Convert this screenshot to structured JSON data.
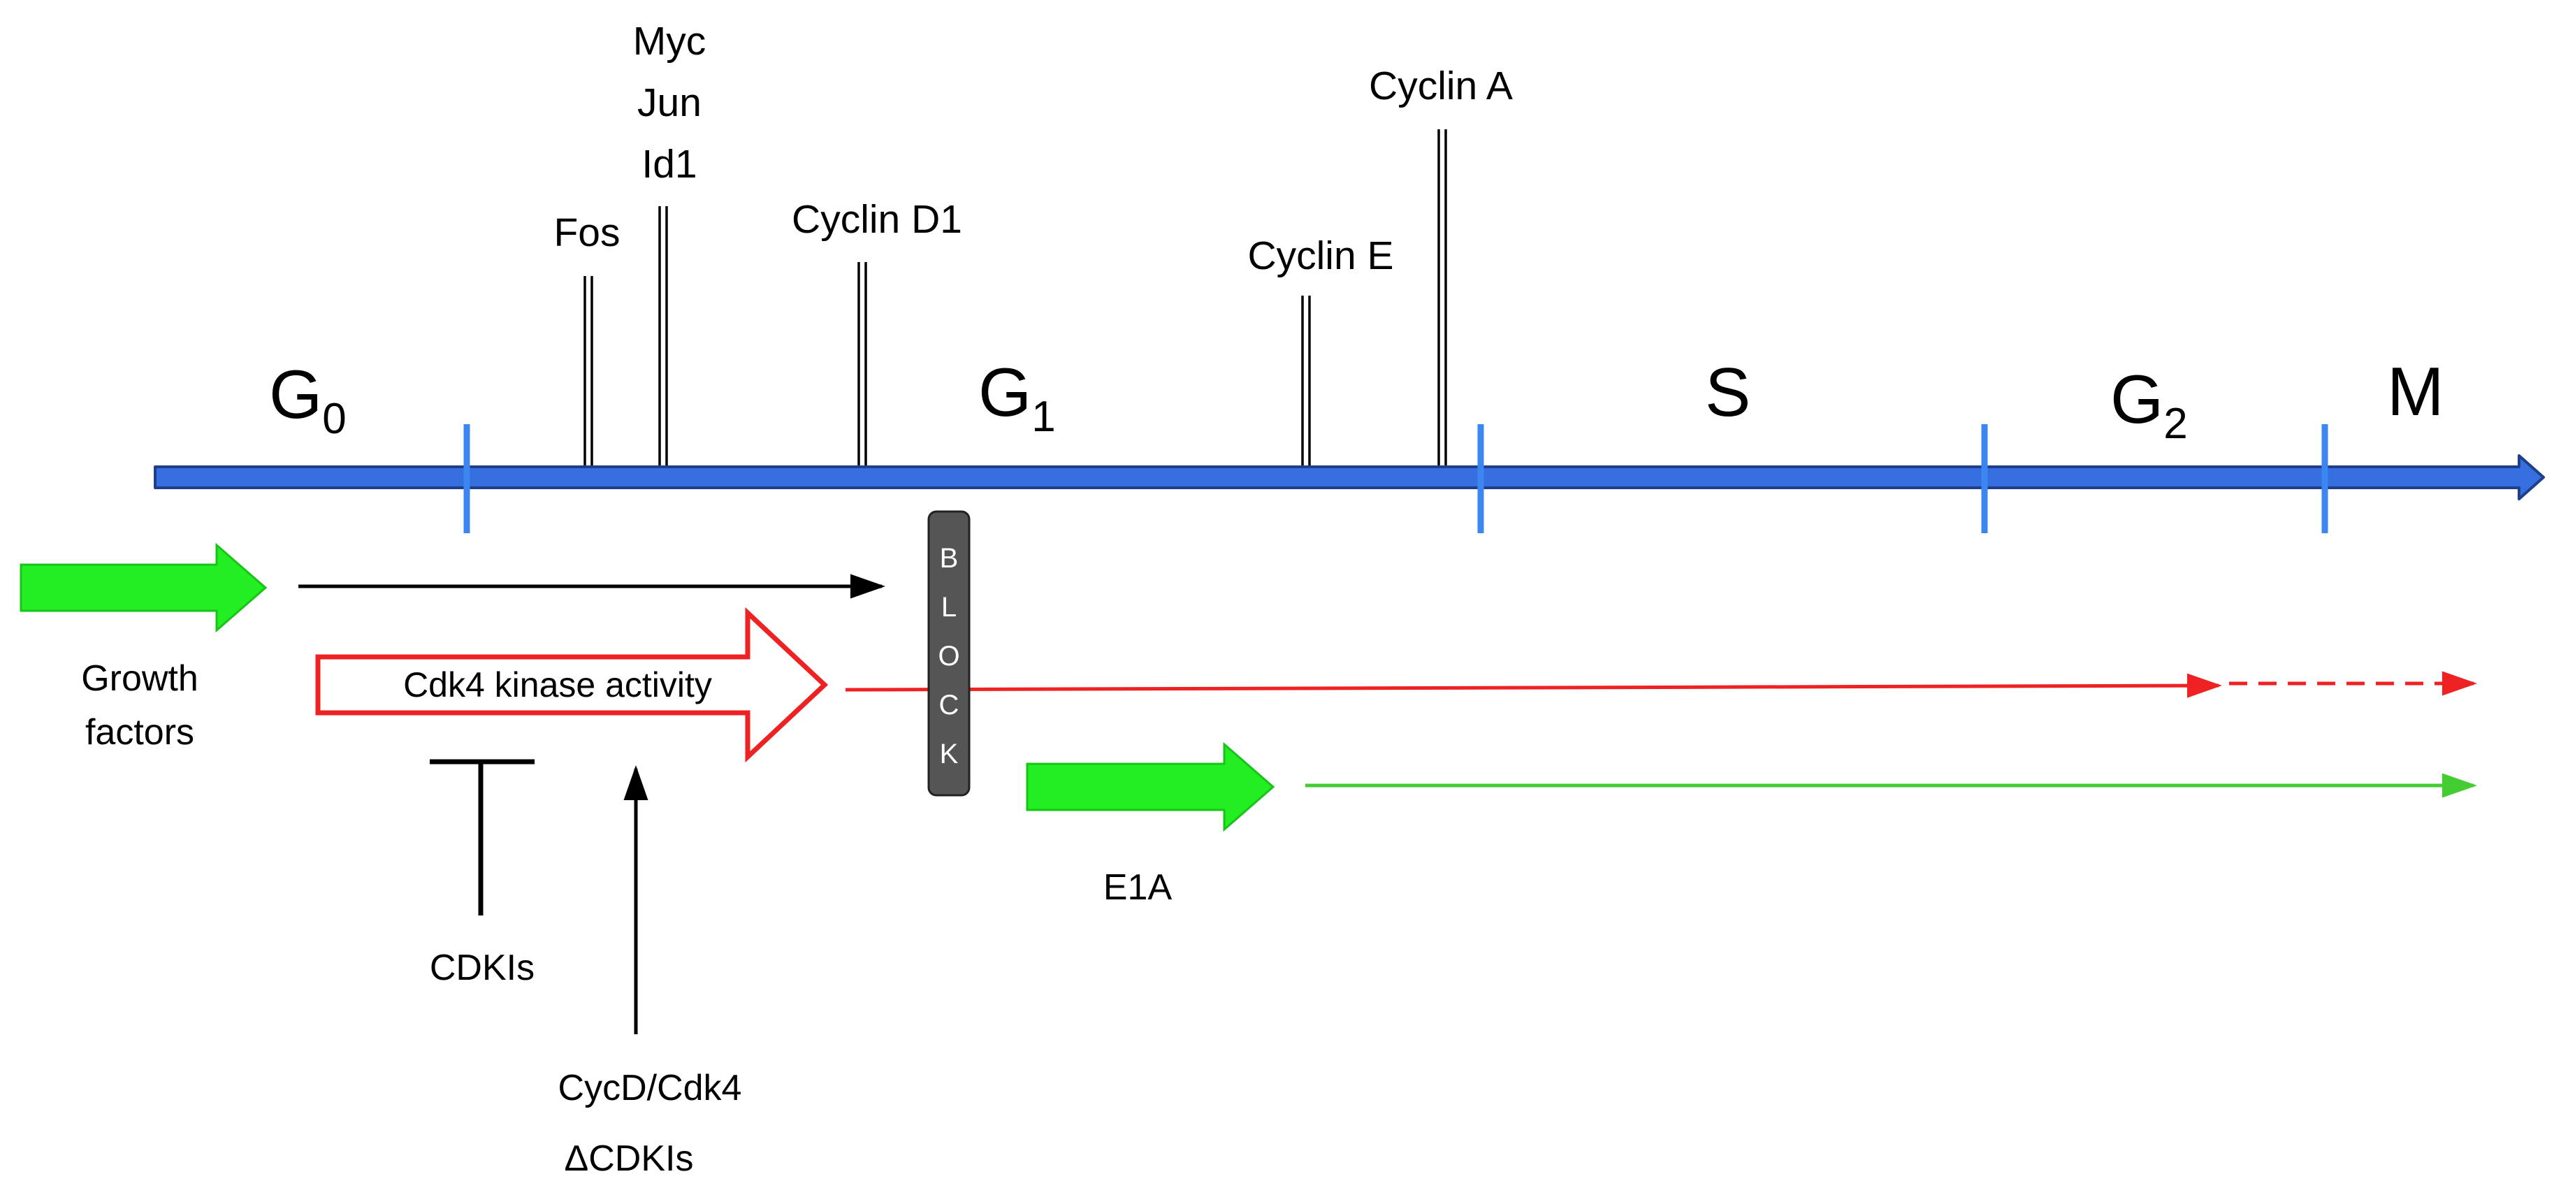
{
  "colors": {
    "timeline": "#3670e0",
    "phase_tick": "#3b86f0",
    "green_arrow": "#22ee22",
    "green_line": "#44cc33",
    "red": "#ee2222",
    "block_fill": "#555555",
    "black": "#000000"
  },
  "phases": {
    "g0": {
      "letter": "G",
      "sub": "0"
    },
    "g1": {
      "letter": "G",
      "sub": "1"
    },
    "s": {
      "letter": "S"
    },
    "g2": {
      "letter": "G",
      "sub": "2"
    },
    "m": {
      "letter": "M"
    }
  },
  "markers": {
    "fos": "Fos",
    "myc_group": [
      "Myc",
      "Jun",
      "Id1"
    ],
    "cyclin_d1": "Cyclin D1",
    "cyclin_e": "Cyclin E",
    "cyclin_a": "Cyclin A"
  },
  "growth_factors": [
    "Growth",
    "factors"
  ],
  "kinase_activity": "Cdk4 kinase activity",
  "block": [
    "B",
    "L",
    "O",
    "C",
    "K"
  ],
  "cdkis": "CDKIs",
  "cycd": [
    "CycD/Cdk4",
    "ΔCDKIs"
  ],
  "e1a": "E1A"
}
